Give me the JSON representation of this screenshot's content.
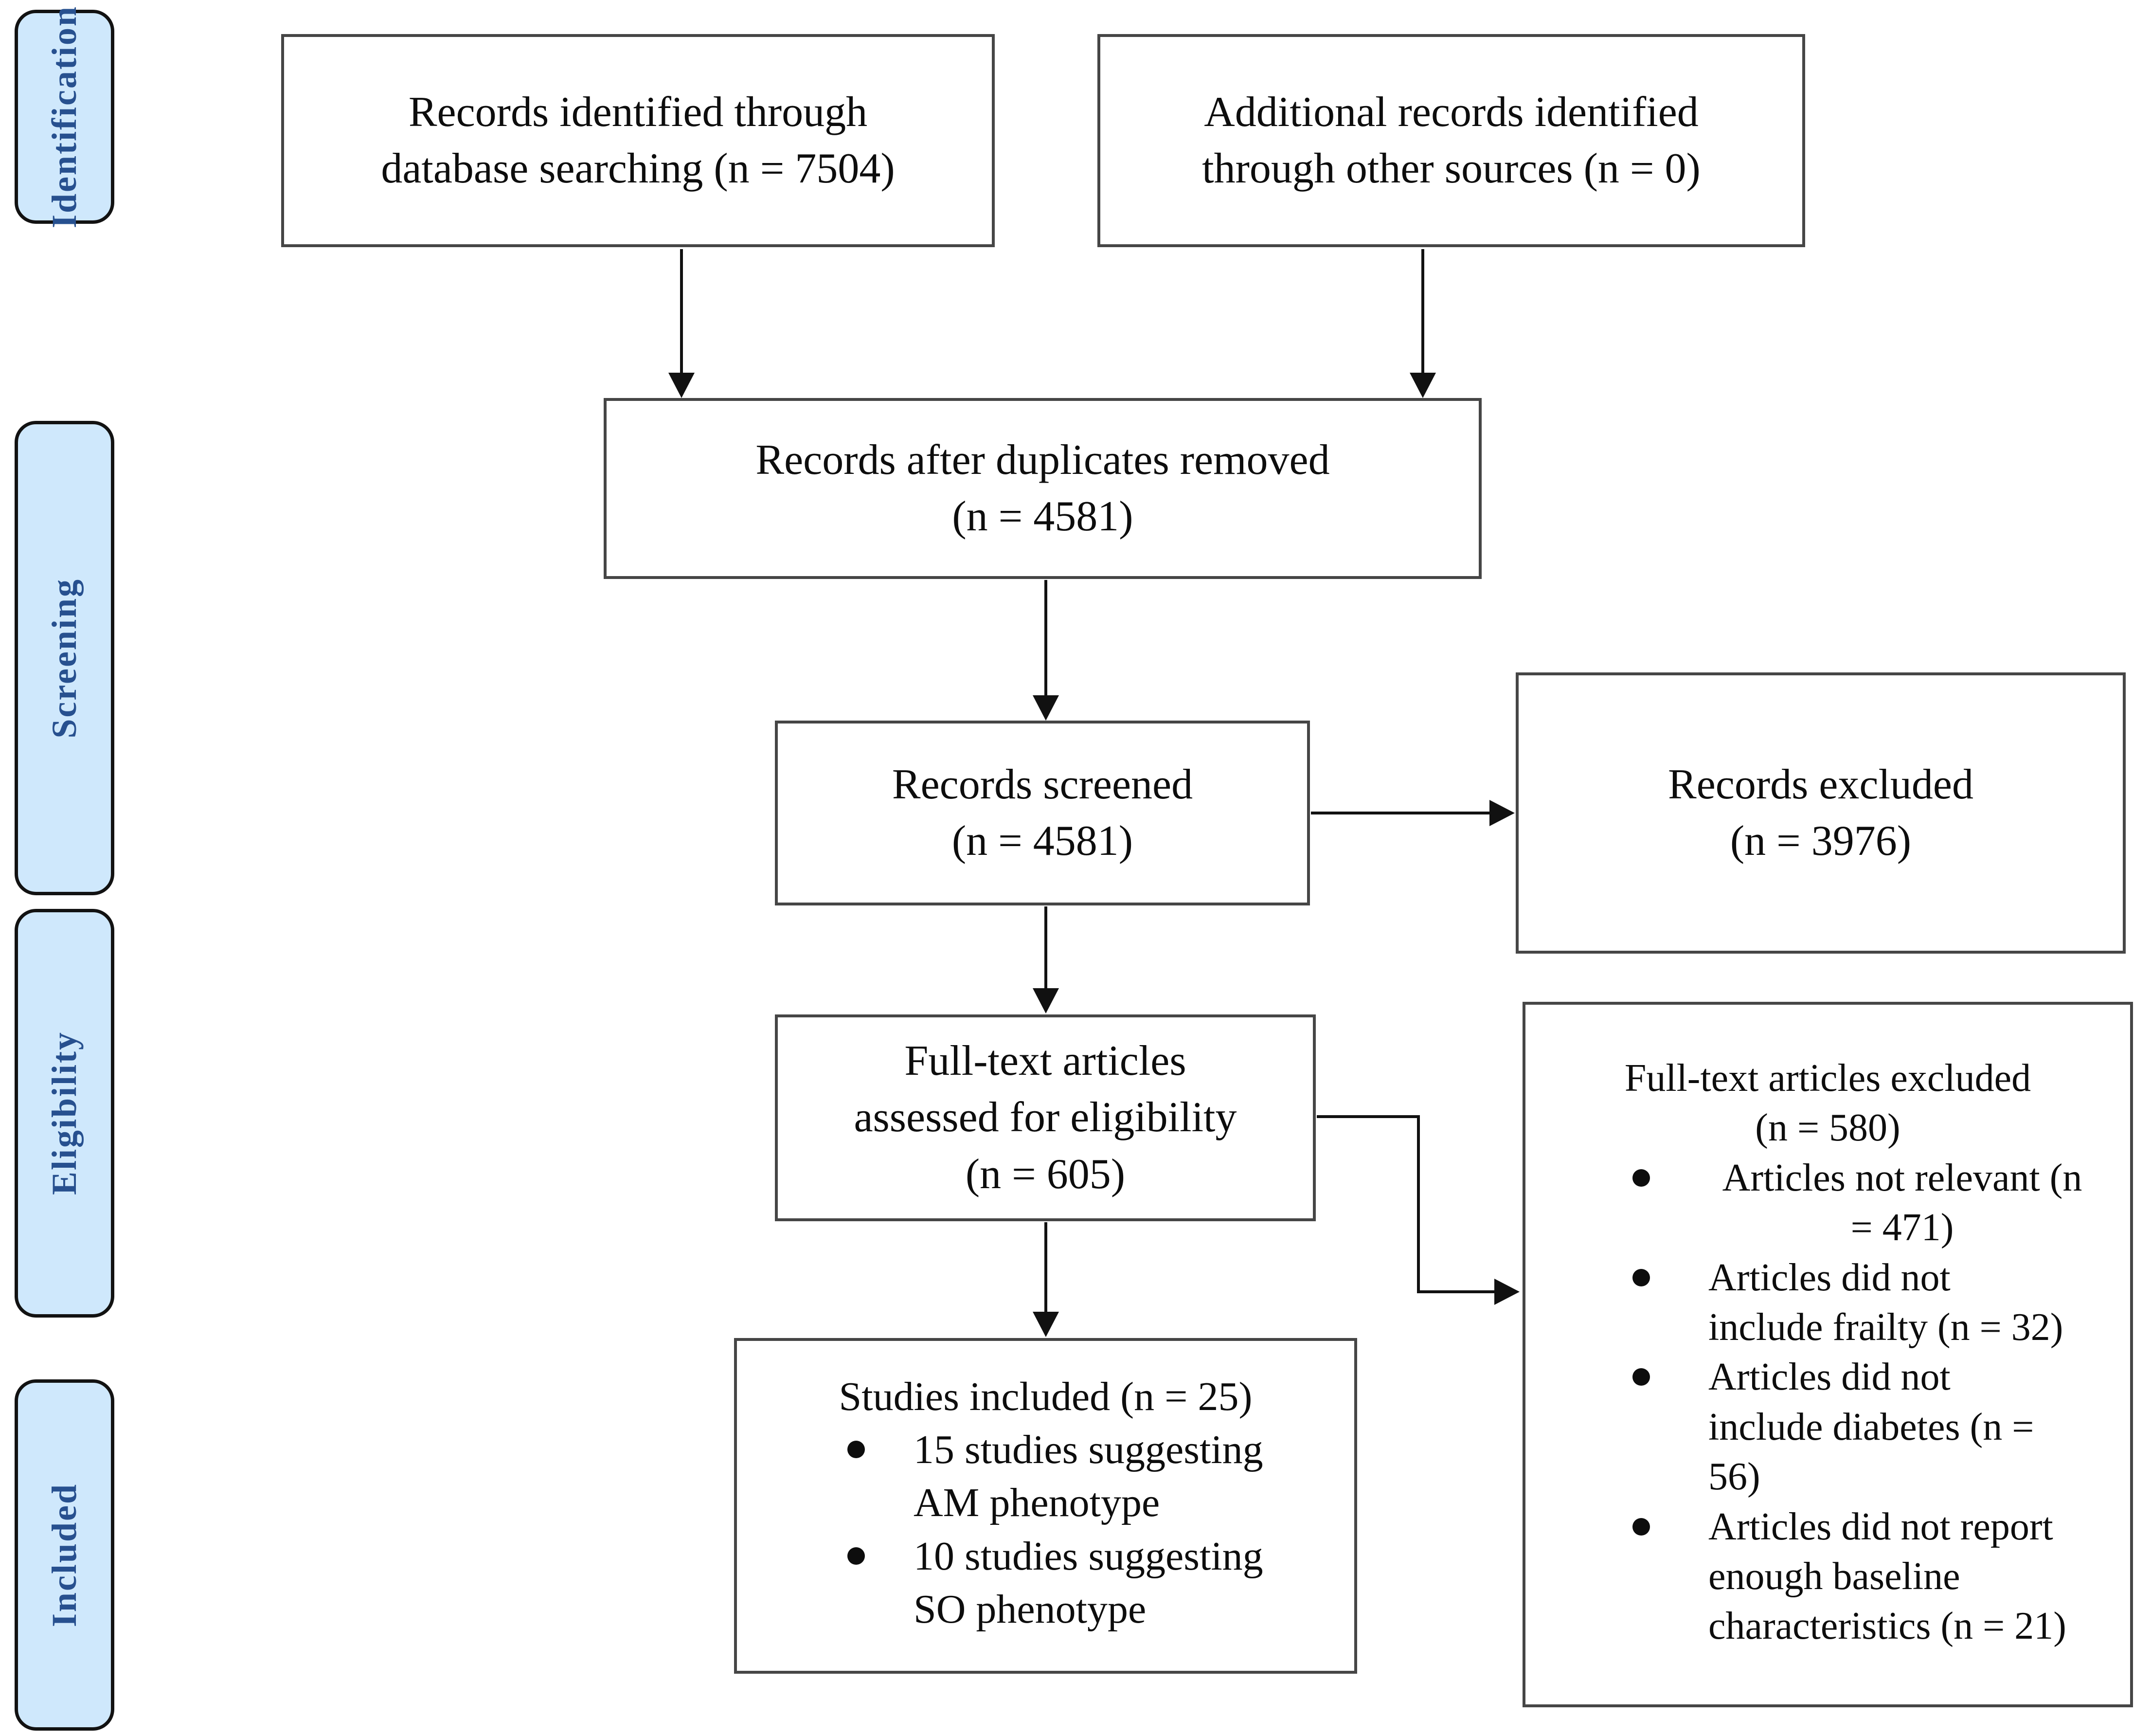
{
  "sidebar": {
    "fill_color": "#cfe8fc",
    "border_color": "#121212",
    "text_color": "#27508f",
    "stages": [
      {
        "label": "Identification"
      },
      {
        "label": "Screening"
      },
      {
        "label": "Eligibility"
      },
      {
        "label": "Included"
      }
    ]
  },
  "boxes": {
    "identified": {
      "text": "Records identified through\ndatabase searching (n = 7504)"
    },
    "additional": {
      "text": "Additional records identified\nthrough other sources (n = 0)"
    },
    "deduplicated": {
      "text": "Records after duplicates removed\n(n = 4581)"
    },
    "screened": {
      "text": "Records screened\n(n = 4581)"
    },
    "records_excluded": {
      "text": "Records excluded\n(n = 3976)"
    },
    "fulltext_assessed": {
      "text": "Full-text articles\nassessed for eligibility\n(n = 605)"
    },
    "fulltext_excluded": {
      "title": "Full-text articles excluded\n(n = 580)",
      "items": [
        "Articles not relevant (n\n= 471)",
        "Articles did not\ninclude frailty (n = 32)",
        "Articles did not\ninclude diabetes (n =\n56)",
        "Articles did not report\nenough baseline\ncharacteristics (n = 21)"
      ]
    },
    "included_studies": {
      "title": "Studies included (n = 25)",
      "items": [
        "15 studies suggesting\nAM phenotype",
        "10 studies suggesting\nSO phenotype"
      ]
    }
  },
  "counts": {
    "identified": 7504,
    "other_sources": 0,
    "after_duplicates": 4581,
    "screened": 4581,
    "records_excluded": 3976,
    "fulltext_assessed": 605,
    "fulltext_excluded": 580,
    "not_relevant": 471,
    "no_frailty": 32,
    "no_diabetes": 56,
    "no_baseline": 21,
    "included": 25,
    "am_phenotype": 15,
    "so_phenotype": 10
  }
}
